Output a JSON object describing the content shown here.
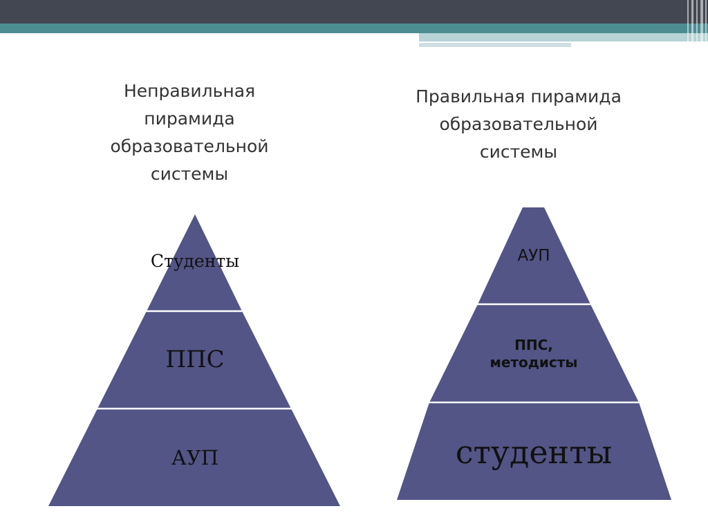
{
  "slide": {
    "left": {
      "heading": "Неправильная\nпирамида\nобразовательной\nсистемы",
      "tiers": [
        {
          "label": "Студенты"
        },
        {
          "label": "ППС"
        },
        {
          "label": "АУП"
        }
      ]
    },
    "right": {
      "heading": "Правильная пирамида\nобразовательной\nсистемы",
      "tiers": [
        {
          "label": "АУП"
        },
        {
          "label_line1": "ППС,",
          "label_line2": "методисты"
        },
        {
          "label": "студенты"
        }
      ]
    }
  },
  "colors": {
    "tier_fill": "#525586",
    "separator": "#ffffff",
    "header_dark": "#434752",
    "header_teal": "#4d8d92"
  }
}
